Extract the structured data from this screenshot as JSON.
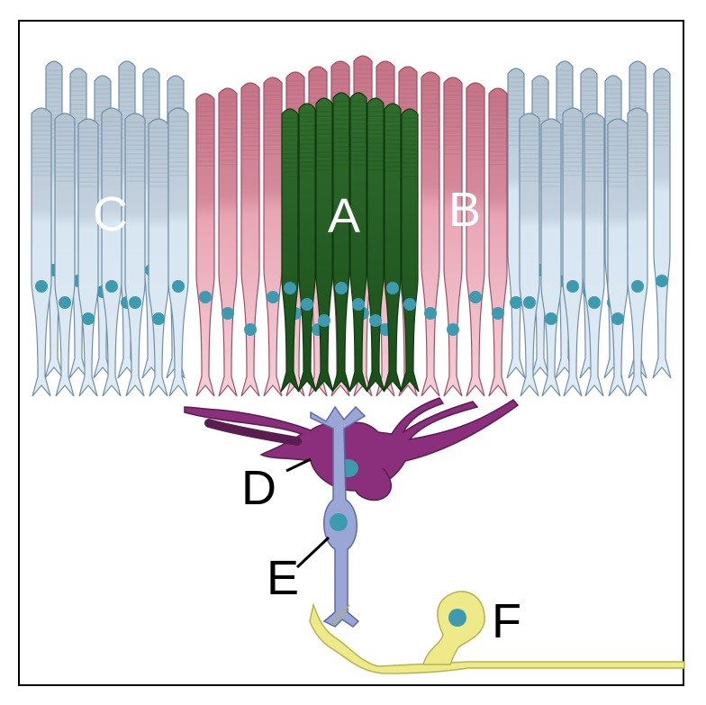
{
  "diagram": {
    "labels": {
      "A": "A",
      "B": "B",
      "C": "C",
      "D": "D",
      "E": "E",
      "F": "F"
    },
    "colors": {
      "rod_fill": "#cfe0ec",
      "rod_outer": "#b7c7d3",
      "rod_stroke": "#6f8fa6",
      "cone_fill": "#e8a2b1",
      "cone_outer": "#c77a8d",
      "cone_stroke": "#9e4f63",
      "fovea_fill": "#1f5b1f",
      "fovea_stroke": "#0f3a0f",
      "nucleus": "#3d9bb0",
      "horizontal_cell": "#8b2f7c",
      "bipolar_cell": "#9aa6d6",
      "ganglion_cell": "#eeea8a",
      "ganglion_stroke": "#b8b24a"
    }
  }
}
